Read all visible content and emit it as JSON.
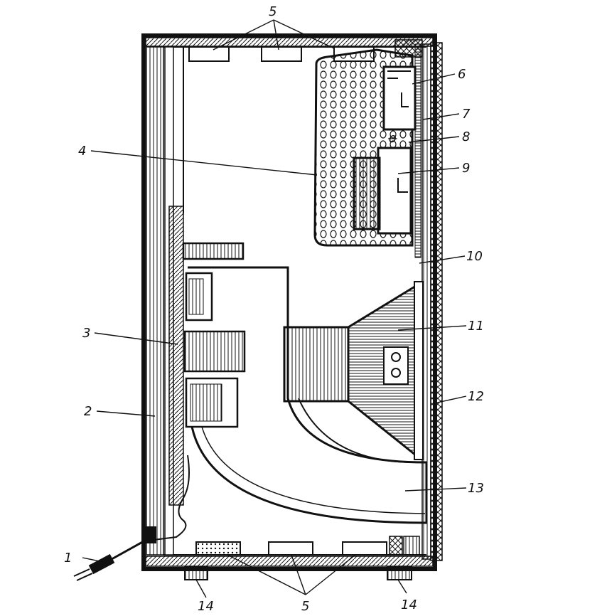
{
  "callouts": {
    "c1": "1",
    "c2": "2",
    "c3": "3",
    "c4": "4",
    "c5_top": "5",
    "c5_bottom": "5",
    "c6": "6",
    "c7": "7",
    "c8": "8",
    "c9": "9",
    "c10": "10",
    "c11": "11",
    "c12": "12",
    "c13": "13",
    "c14_left": "14",
    "c14_right": "14"
  },
  "colors": {
    "ink": "#111111",
    "paper": "#ffffff"
  }
}
